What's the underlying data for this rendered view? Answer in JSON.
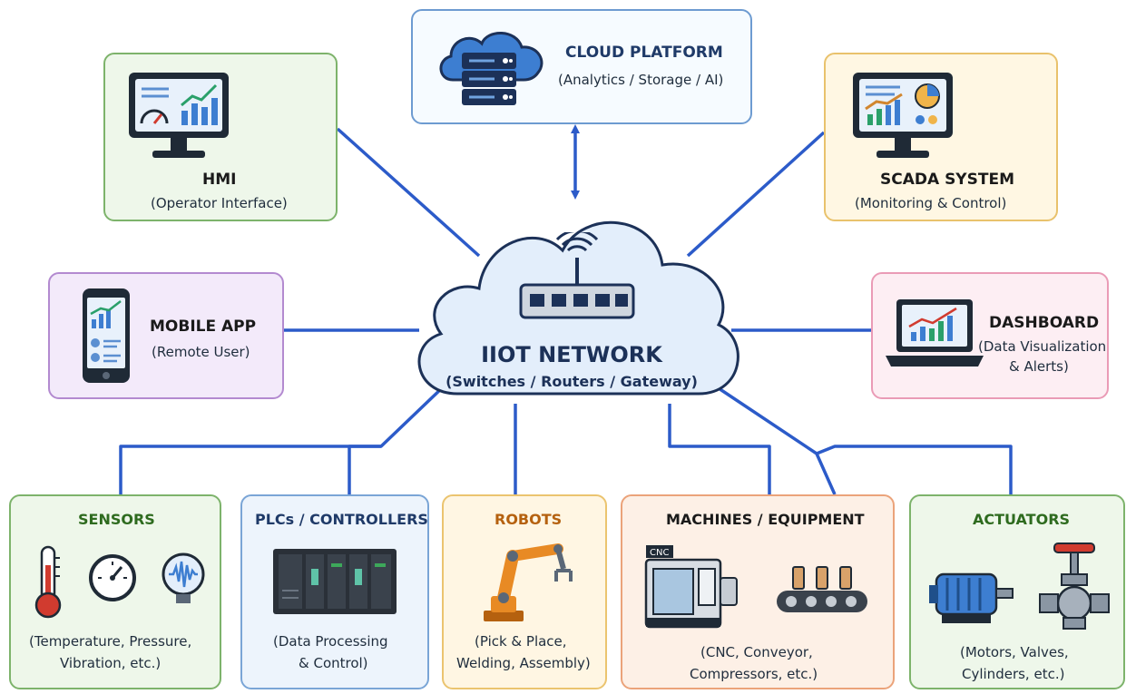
{
  "center": {
    "title": "IIOT NETWORK",
    "subtitle": "(Switches / Routers / Gateway)"
  },
  "nodes": {
    "cloud": {
      "title": "CLOUD PLATFORM",
      "subtitle": "(Analytics / Storage / AI)",
      "title_color": "#1f3a68"
    },
    "hmi": {
      "title": "HMI",
      "subtitle": "(Operator Interface)",
      "title_color": "#1a1a1a"
    },
    "scada": {
      "title": "SCADA SYSTEM",
      "subtitle": "(Monitoring & Control)",
      "title_color": "#1a1a1a"
    },
    "mobile": {
      "title": "MOBILE APP",
      "subtitle": "(Remote User)",
      "title_color": "#1a1a1a"
    },
    "dashboard": {
      "title": "DASHBOARD",
      "subtitle_line1": "(Data Visualization",
      "subtitle_line2": "& Alerts)",
      "title_color": "#1a1a1a"
    },
    "sensors": {
      "title": "SENSORS",
      "subtitle_line1": "(Temperature, Pressure,",
      "subtitle_line2": "Vibration, etc.)",
      "title_color": "#2e6b1f"
    },
    "plcs": {
      "title": "PLCs / CONTROLLERS",
      "subtitle_line1": "(Data Processing",
      "subtitle_line2": "& Control)",
      "title_color": "#1f3a68"
    },
    "robots": {
      "title": "ROBOTS",
      "subtitle_line1": "(Pick & Place,",
      "subtitle_line2": "Welding, Assembly)",
      "title_color": "#b5610f"
    },
    "machines": {
      "title": "MACHINES / EQUIPMENT",
      "subtitle_line1": "(CNC, Conveyor,",
      "subtitle_line2": "Compressors, etc.)",
      "title_color": "#1a1a1a",
      "cnc_label": "CNC"
    },
    "actuators": {
      "title": "ACTUATORS",
      "subtitle_line1": "(Motors, Valves,",
      "subtitle_line2": "Cylinders, etc.)",
      "title_color": "#2e6b1f"
    }
  },
  "colors": {
    "link": "#2c5bc9",
    "cloud_fill": "#e3eefb",
    "cloud_stroke": "#1c3158",
    "router": "#cfd6df"
  },
  "icons": {
    "cloud": "cloud-server-icon",
    "hmi": "monitor-gauge-icon",
    "scada": "monitor-chart-icon",
    "mobile": "smartphone-icon",
    "dashboard": "laptop-chart-icon",
    "router": "router-icon",
    "thermometer": "thermometer-icon",
    "gauge": "pressure-gauge-icon",
    "vibration": "vibration-sensor-icon",
    "plc": "plc-rack-icon",
    "robot": "robot-arm-icon",
    "cnc": "cnc-machine-icon",
    "conveyor": "conveyor-icon",
    "motor": "motor-icon",
    "valve": "valve-icon"
  }
}
